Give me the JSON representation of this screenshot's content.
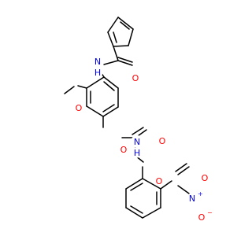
{
  "colors": {
    "bond": "#000000",
    "oxygen": "#ff0000",
    "nitrogen": "#0000ff",
    "background": "#ffffff"
  },
  "atoms": [
    {
      "id": "furan-o",
      "label": "O",
      "color": "oxygen",
      "x": 7.85,
      "y": 9.5
    },
    {
      "id": "carbonyl-o-furoyl",
      "label": "O",
      "color": "oxygen",
      "x": 8.6,
      "y": 4.95
    },
    {
      "id": "amide-nh-top",
      "label": "N",
      "suffix": "H",
      "color": "nitrogen",
      "x": 6.2,
      "y": 3.9
    },
    {
      "id": "methoxy-o",
      "label": "O",
      "color": "oxygen",
      "x": 5.0,
      "y": 6.85
    },
    {
      "id": "amide-nh-mid",
      "label": "N",
      "suffix": "H",
      "color": "nitrogen",
      "x": 8.7,
      "y": 9.0
    },
    {
      "id": "carbonyl-o-acetyl",
      "label": "O",
      "color": "oxygen",
      "x": 10.3,
      "y": 8.95
    },
    {
      "id": "ether-o",
      "label": "O",
      "color": "oxygen",
      "x": 10.1,
      "y": 11.5
    },
    {
      "id": "nitro-n",
      "label": "N",
      "charge": "+",
      "color": "nitrogen",
      "x": 12.2,
      "y": 12.6
    },
    {
      "id": "nitro-o-double",
      "label": "O",
      "color": "oxygen",
      "x": 13.0,
      "y": 11.3
    },
    {
      "id": "nitro-o-minus",
      "label": "O",
      "charge": "−",
      "color": "oxygen",
      "x": 12.8,
      "y": 13.8
    }
  ]
}
